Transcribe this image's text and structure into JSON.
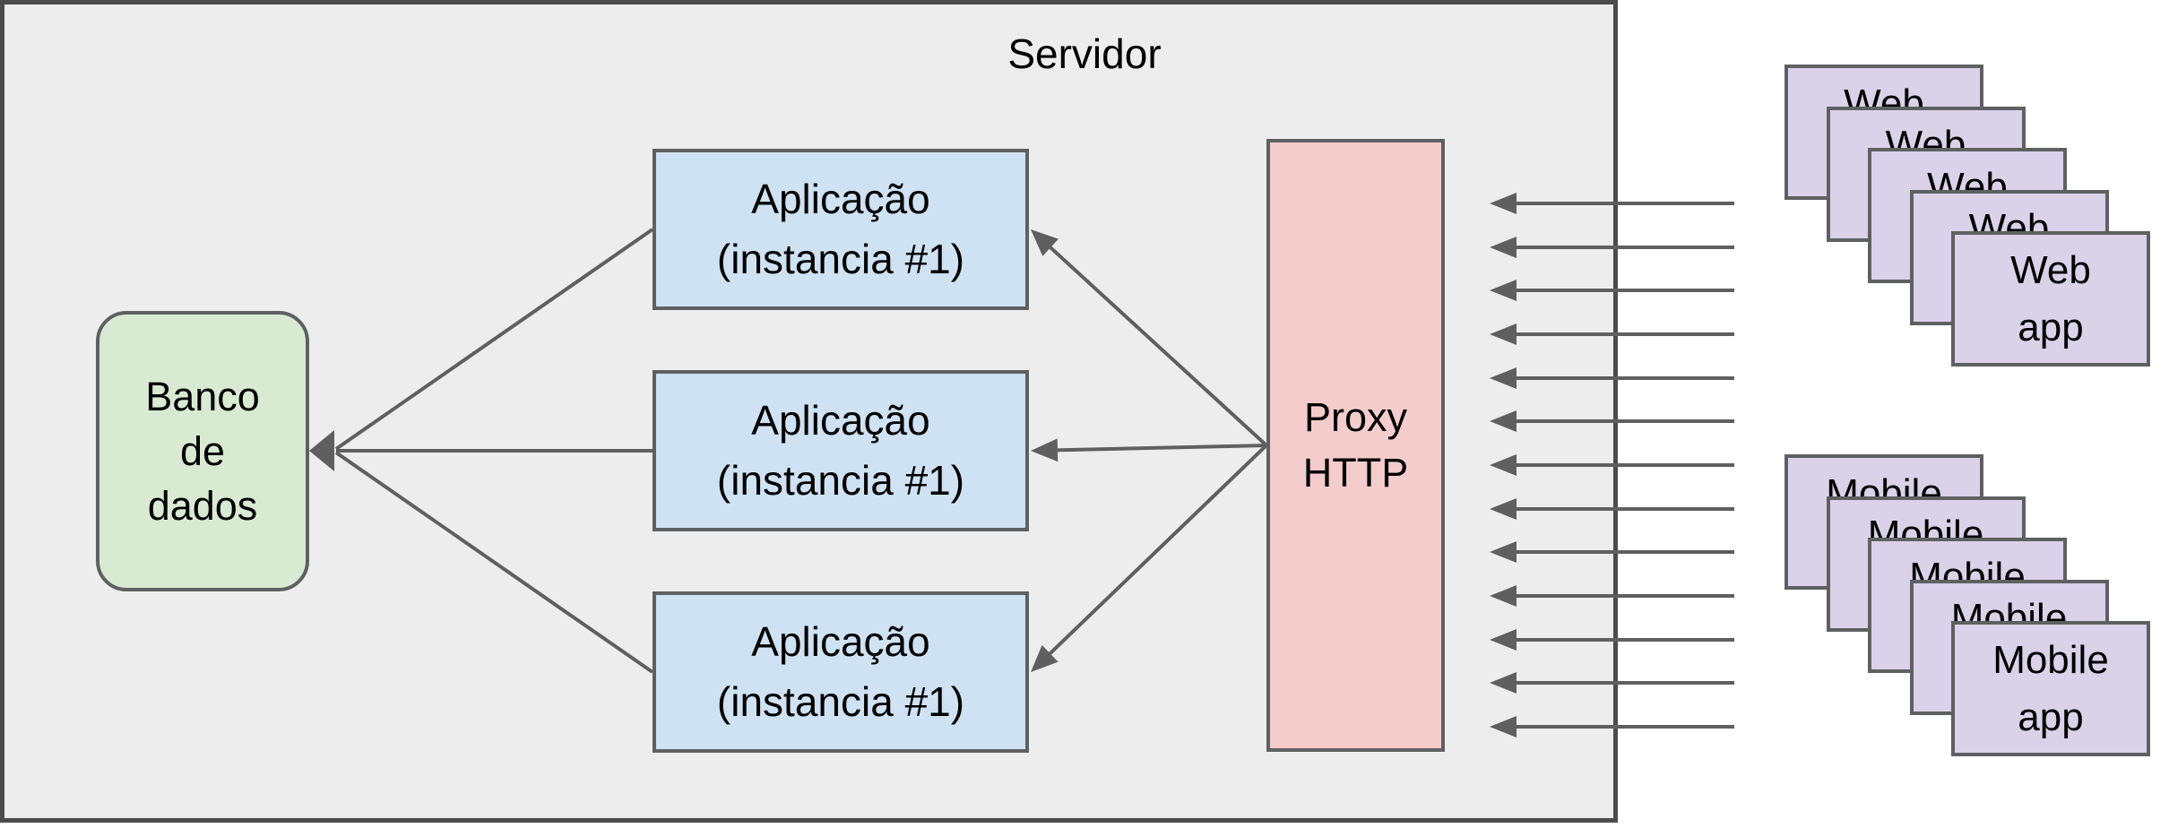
{
  "server": {
    "title": "Servidor"
  },
  "database": {
    "label": "Banco de dados",
    "lines": [
      "Banco",
      "de",
      "dados"
    ]
  },
  "app_instances": {
    "count": 3,
    "label": "Aplicação (instancia #1)",
    "lines": [
      "Aplicação",
      "(instancia #1)"
    ]
  },
  "proxy": {
    "label": "Proxy HTTP",
    "lines": [
      "Proxy",
      "HTTP"
    ]
  },
  "client_stacks": [
    {
      "id": "web-app-stack",
      "count": 5,
      "label": "Web app",
      "lines": [
        "Web",
        "app"
      ]
    },
    {
      "id": "mobile-app-stack",
      "count": 5,
      "label": "Mobile app",
      "lines": [
        "Mobile",
        "app"
      ]
    }
  ],
  "request_arrows": {
    "count": 13,
    "direction": "clients-to-proxy"
  },
  "connections": {
    "proxy_to_app_arrows": 3,
    "app_to_database_links": 3
  },
  "colors": {
    "server_fill": "#ededed",
    "server_border": "#4b4b4b",
    "shape_border": "#5f6062",
    "database_fill": "#d9ead3",
    "app_fill": "#cfe2f3",
    "proxy_fill": "#f4cccc",
    "client_fill": "#d9d2e9",
    "connector": "#5f5f5f",
    "text": "#000000"
  }
}
